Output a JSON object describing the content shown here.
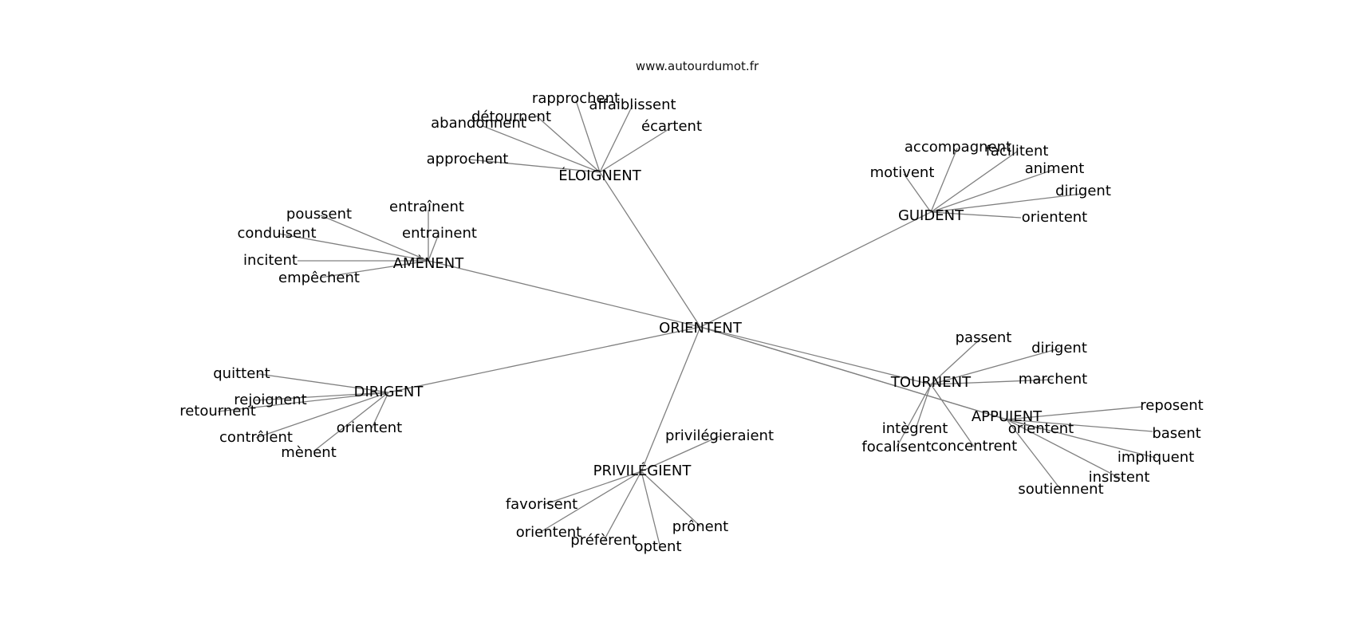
{
  "site": "www.autourdumot.fr",
  "diagram": {
    "root": "ORIENTENT",
    "clusters": [
      {
        "hub": "ÉLOIGNENT",
        "leaves": [
          "approchent",
          "abandonnent",
          "détournent",
          "rapprochent",
          "affaiblissent",
          "écartent"
        ]
      },
      {
        "hub": "GUIDENT",
        "leaves": [
          "motivent",
          "accompagnent",
          "facilitent",
          "animent",
          "dirigent",
          "orientent"
        ]
      },
      {
        "hub": "AMÈNENT",
        "leaves": [
          "entraînent",
          "entrainent",
          "poussent",
          "conduisent",
          "incitent",
          "empêchent"
        ]
      },
      {
        "hub": "DIRIGENT",
        "leaves": [
          "quittent",
          "rejoignent",
          "retournent",
          "contrôlent",
          "mènent",
          "orientent"
        ]
      },
      {
        "hub": "PRIVILÉGIENT",
        "leaves": [
          "privilégieraient",
          "favorisent",
          "orientent",
          "préfèrent",
          "optent",
          "prônent"
        ]
      },
      {
        "hub": "TOURNENT",
        "leaves": [
          "passent",
          "dirigent",
          "marchent",
          "intègrent",
          "focalisent",
          "concentrent"
        ]
      },
      {
        "hub": "APPUIENT",
        "leaves": [
          "reposent",
          "orientent",
          "basent",
          "impliquent",
          "insistent",
          "soutiennent"
        ]
      }
    ]
  }
}
